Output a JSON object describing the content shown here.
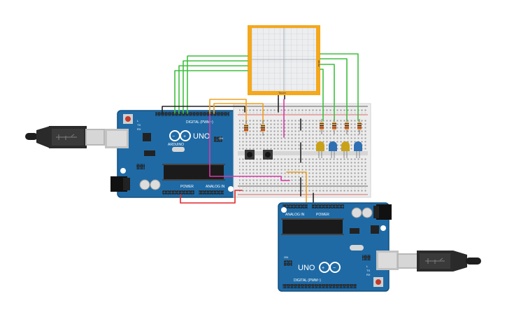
{
  "canvas": {
    "background": "#ffffff"
  },
  "colors": {
    "arduino_board": "#1f6aa5",
    "arduino_board_dark": "#14507f",
    "breadboard": "#ececec",
    "breadboard_rail_red": "#d33c3c",
    "breadboard_rail_dark": "#333333",
    "matrix_frame": "#f4a81d",
    "matrix_grid": "#cfd3d6",
    "wire_green": "#3fbf3f",
    "wire_orange": "#f0a020",
    "wire_magenta": "#d63aa6",
    "wire_red": "#e0262a",
    "wire_black": "#222222",
    "led_yellow": "#c9a21a",
    "led_blue": "#2f6fb3",
    "usb_cable": "#2a2a2a",
    "usb_plug": "#b8b8b8"
  },
  "arduino_top": {
    "logo_text": "UNO",
    "digital_label": "DIGITAL (PWM~)",
    "analog_label": "ANALOG IN",
    "power_label": "POWER",
    "tx_label": "TX",
    "rx_label": "RX",
    "on_label": "ON",
    "l_label": "L",
    "aref_label": "AREF",
    "gnd_label": "GND"
  },
  "arduino_bottom": {
    "logo_text": "UNO",
    "digital_label": "DIGITAL (PWM~)",
    "analog_label": "ANALOG IN",
    "power_label": "POWER",
    "tx_label": "TX",
    "rx_label": "RX",
    "on_label": "ON",
    "l_label": "L"
  },
  "matrix": {
    "side_label": "ldraw",
    "bottom_label": "Touch"
  },
  "leds": [
    "yellow",
    "blue",
    "yellow",
    "blue"
  ],
  "icons": {
    "usb_cable_left": "usb-cable-icon",
    "usb_cable_right": "usb-cable-icon"
  }
}
